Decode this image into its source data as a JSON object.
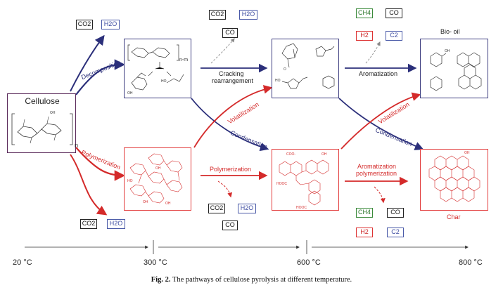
{
  "gas_labels": {
    "co2": "CO2",
    "h2o": "H2O",
    "co": "CO",
    "ch4": "CH4",
    "h2": "H2",
    "c2": "C2"
  },
  "stages": {
    "cellulose": "Cellulose",
    "bio_oil": "Bio- oil",
    "char": "Char",
    "polymer_n": "n",
    "polymer_nm": "n-m"
  },
  "process_labels": {
    "decomposition": "Decomposition",
    "polymerization_left": "Polymerization",
    "cracking_line1": "Cracking",
    "cracking_line2": "rearrangement",
    "volatilization_mid": "Volatilization",
    "condensation_mid": "Condensation",
    "polymerization_mid": "Polymerization",
    "aromatization": "Aromatization",
    "volatilization_right": "Volatilization",
    "condensation_right": "Condensation",
    "arom_poly_line1": "Aromatization",
    "arom_poly_line2": "polymerization"
  },
  "molecule_labels": {
    "ho": "HO",
    "oh": "OH",
    "o": "O",
    "hooc": "HOOC",
    "coo": "COO-"
  },
  "temperatures": [
    "20",
    "300",
    "600",
    "800"
  ],
  "temperature_unit": "°C",
  "caption": {
    "label": "Fig. 2.",
    "text": "The pathways of cellulose pyrolysis at different temperature."
  },
  "colors": {
    "blue_path": "#2b2f7a",
    "red_path": "#d42a2a",
    "purple_box": "#5a2a5a",
    "gray_dashed": "#999999",
    "green_text": "#2f7a2f",
    "blue_text": "#3b4aa0"
  }
}
